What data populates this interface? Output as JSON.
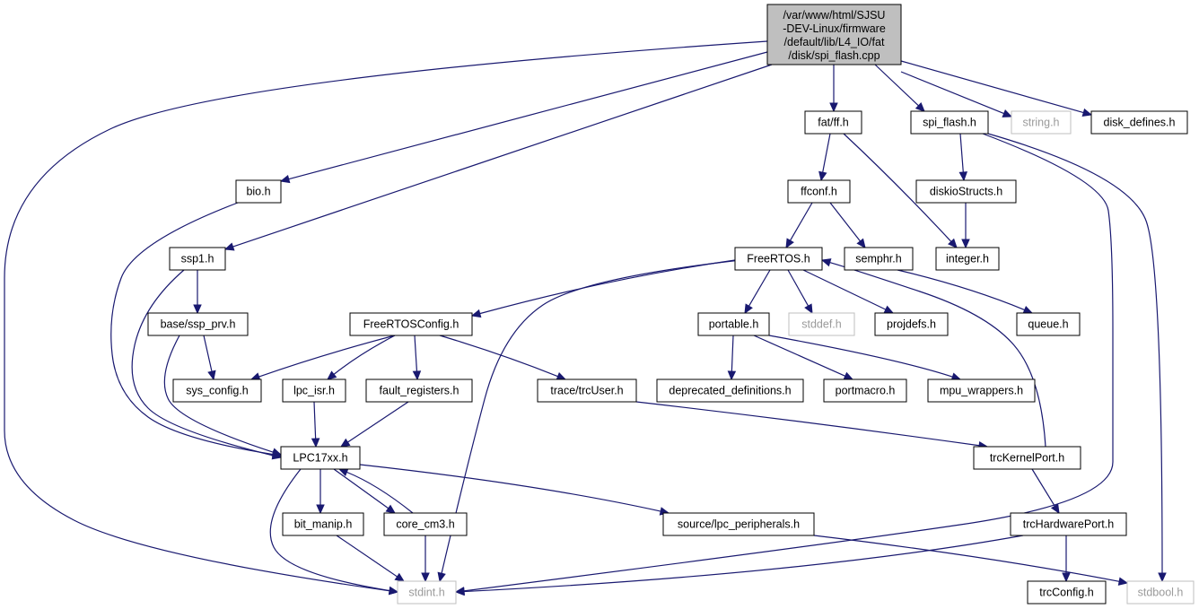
{
  "diagram": {
    "colors": {
      "edge": "#191970",
      "root_fill": "#bfbfbf",
      "node_border": "#000000",
      "missing_border": "#bfbfbf",
      "missing_text": "#9a9a9a"
    },
    "root_lines": [
      "/var/www/html/SJSU",
      "-DEV-Linux/firmware",
      "/default/lib/L4_IO/fat",
      "/disk/spi_flash.cpp"
    ],
    "nodes": {
      "root": {
        "label": "/var/www/html/SJSU-DEV-Linux/firmware/default/lib/L4_IO/fat/disk/spi_flash.cpp",
        "kind": "root"
      },
      "fatff": {
        "label": "fat/ff.h",
        "kind": "normal"
      },
      "spiflash": {
        "label": "spi_flash.h",
        "kind": "normal"
      },
      "string": {
        "label": "string.h",
        "kind": "missing"
      },
      "diskdef": {
        "label": "disk_defines.h",
        "kind": "normal"
      },
      "bio": {
        "label": "bio.h",
        "kind": "normal"
      },
      "ffconf": {
        "label": "ffconf.h",
        "kind": "normal"
      },
      "diskio": {
        "label": "diskioStructs.h",
        "kind": "normal"
      },
      "ssp1": {
        "label": "ssp1.h",
        "kind": "normal"
      },
      "freertos": {
        "label": "FreeRTOS.h",
        "kind": "normal"
      },
      "semphr": {
        "label": "semphr.h",
        "kind": "normal"
      },
      "integer": {
        "label": "integer.h",
        "kind": "normal"
      },
      "sspprv": {
        "label": "base/ssp_prv.h",
        "kind": "normal"
      },
      "frconfig": {
        "label": "FreeRTOSConfig.h",
        "kind": "normal"
      },
      "portable": {
        "label": "portable.h",
        "kind": "normal"
      },
      "stddef": {
        "label": "stddef.h",
        "kind": "missing"
      },
      "projdefs": {
        "label": "projdefs.h",
        "kind": "normal"
      },
      "queue": {
        "label": "queue.h",
        "kind": "normal"
      },
      "sysconfig": {
        "label": "sys_config.h",
        "kind": "normal"
      },
      "lpcisr": {
        "label": "lpc_isr.h",
        "kind": "normal"
      },
      "faultreg": {
        "label": "fault_registers.h",
        "kind": "normal"
      },
      "trcuser": {
        "label": "trace/trcUser.h",
        "kind": "normal"
      },
      "deprecated": {
        "label": "deprecated_definitions.h",
        "kind": "normal"
      },
      "portmacro": {
        "label": "portmacro.h",
        "kind": "normal"
      },
      "mpuwrap": {
        "label": "mpu_wrappers.h",
        "kind": "normal"
      },
      "lpc17xx": {
        "label": "LPC17xx.h",
        "kind": "normal"
      },
      "trckernel": {
        "label": "trcKernelPort.h",
        "kind": "normal"
      },
      "bitmanip": {
        "label": "bit_manip.h",
        "kind": "normal"
      },
      "corecm3": {
        "label": "core_cm3.h",
        "kind": "normal"
      },
      "lpcperiph": {
        "label": "source/lpc_peripherals.h",
        "kind": "normal"
      },
      "trchw": {
        "label": "trcHardwarePort.h",
        "kind": "normal"
      },
      "stdint": {
        "label": "stdint.h",
        "kind": "missing"
      },
      "trcconfig": {
        "label": "trcConfig.h",
        "kind": "normal"
      },
      "stdbool": {
        "label": "stdbool.h",
        "kind": "missing"
      }
    },
    "edges": [
      [
        "root",
        "fatff"
      ],
      [
        "root",
        "spiflash"
      ],
      [
        "root",
        "string"
      ],
      [
        "root",
        "diskdef"
      ],
      [
        "root",
        "bio"
      ],
      [
        "root",
        "ssp1"
      ],
      [
        "root",
        "stdint"
      ],
      [
        "fatff",
        "ffconf"
      ],
      [
        "fatff",
        "integer"
      ],
      [
        "spiflash",
        "diskio"
      ],
      [
        "spiflash",
        "stdint"
      ],
      [
        "spiflash",
        "stdbool"
      ],
      [
        "diskio",
        "integer"
      ],
      [
        "ffconf",
        "freertos"
      ],
      [
        "ffconf",
        "semphr"
      ],
      [
        "semphr",
        "queue"
      ],
      [
        "bio",
        "lpc17xx"
      ],
      [
        "ssp1",
        "sspprv"
      ],
      [
        "ssp1",
        "lpc17xx"
      ],
      [
        "sspprv",
        "sysconfig"
      ],
      [
        "sspprv",
        "lpc17xx"
      ],
      [
        "freertos",
        "frconfig"
      ],
      [
        "freertos",
        "portable"
      ],
      [
        "freertos",
        "stddef"
      ],
      [
        "freertos",
        "projdefs"
      ],
      [
        "freertos",
        "stdint"
      ],
      [
        "frconfig",
        "sysconfig"
      ],
      [
        "frconfig",
        "lpcisr"
      ],
      [
        "frconfig",
        "faultreg"
      ],
      [
        "frconfig",
        "trcuser"
      ],
      [
        "portable",
        "deprecated"
      ],
      [
        "portable",
        "portmacro"
      ],
      [
        "portable",
        "mpuwrap"
      ],
      [
        "lpcisr",
        "lpc17xx"
      ],
      [
        "faultreg",
        "lpc17xx"
      ],
      [
        "trcuser",
        "trckernel"
      ],
      [
        "trckernel",
        "freertos"
      ],
      [
        "trckernel",
        "trchw"
      ],
      [
        "trchw",
        "trcconfig"
      ],
      [
        "trchw",
        "stdint"
      ],
      [
        "lpc17xx",
        "bitmanip"
      ],
      [
        "lpc17xx",
        "corecm3"
      ],
      [
        "lpc17xx",
        "lpcperiph"
      ],
      [
        "lpc17xx",
        "stdint"
      ],
      [
        "corecm3",
        "lpc17xx"
      ],
      [
        "corecm3",
        "stdint"
      ],
      [
        "bitmanip",
        "stdint"
      ],
      [
        "lpcperiph",
        "stdbool"
      ]
    ]
  }
}
